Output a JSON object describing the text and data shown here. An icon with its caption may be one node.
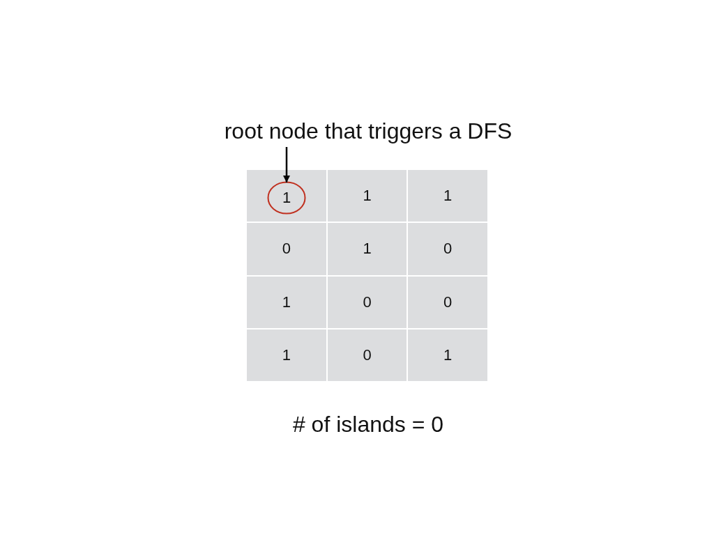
{
  "diagram": {
    "nodes": [
      {
        "text": [
          "root node that triggers a DFS"
        ]
      },
      {
        "text": [],
        "shape": "box"
      },
      {
        "text": [
          "1"
        ],
        "in": 1
      },
      {
        "text": [
          "1"
        ]
      },
      {
        "text": [
          "1"
        ]
      },
      {
        "text": [
          "0"
        ]
      },
      {
        "text": [
          "1"
        ]
      },
      {
        "text": [
          "0"
        ]
      },
      {
        "text": [
          "1"
        ]
      },
      {
        "text": [
          "0"
        ]
      },
      {
        "text": [
          "0"
        ]
      },
      {
        "text": [
          "1"
        ]
      },
      {
        "text": [
          "0"
        ]
      },
      {
        "text": [
          "1"
        ]
      }
    ],
    "edges": [
      {
        "from": 0,
        "to": 2,
        "arrow": "to"
      }
    ],
    "labels": [
      "# of islands = 0"
    ]
  }
}
